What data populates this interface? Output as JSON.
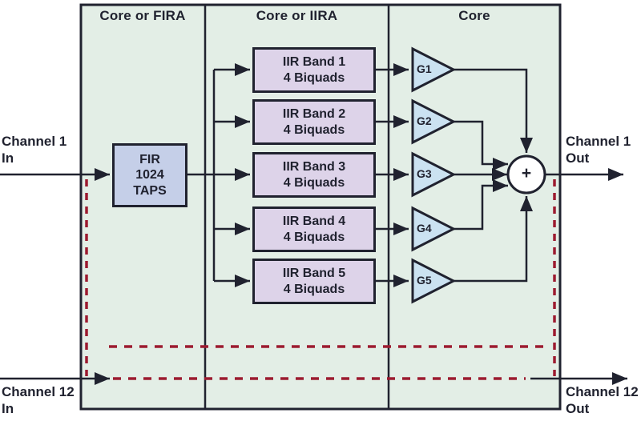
{
  "columns": [
    {
      "label": "Core or FIRA"
    },
    {
      "label": "Core or IIRA"
    },
    {
      "label": "Core"
    }
  ],
  "fir_block": {
    "line1": "FIR",
    "line2": "1024",
    "line3": "TAPS"
  },
  "iir_bands": [
    {
      "line1": "IIR Band 1",
      "line2": "4 Biquads"
    },
    {
      "line1": "IIR Band 2",
      "line2": "4 Biquads"
    },
    {
      "line1": "IIR Band 3",
      "line2": "4 Biquads"
    },
    {
      "line1": "IIR Band 4",
      "line2": "4 Biquads"
    },
    {
      "line1": "IIR Band 5",
      "line2": "4 Biquads"
    }
  ],
  "gains": [
    {
      "label": "G1"
    },
    {
      "label": "G2"
    },
    {
      "label": "G3"
    },
    {
      "label": "G4"
    },
    {
      "label": "G5"
    }
  ],
  "sum": {
    "symbol": "+"
  },
  "io": {
    "ch1_in": {
      "line1": "Channel 1",
      "line2": "In"
    },
    "ch1_out": {
      "line1": "Channel 1",
      "line2": "Out"
    },
    "ch12_in": {
      "line1": "Channel 12",
      "line2": "In"
    },
    "ch12_out": {
      "line1": "Channel 12",
      "line2": "Out"
    }
  },
  "colors": {
    "panel_background": "#e3eee6",
    "fir_fill": "#c5cfe8",
    "iir_fill": "#ddd3e9",
    "gain_fill": "#cbe2f1",
    "line_dark": "#20222f",
    "dashed_red": "#9c1b30",
    "sum_fill": "#ffffff"
  }
}
